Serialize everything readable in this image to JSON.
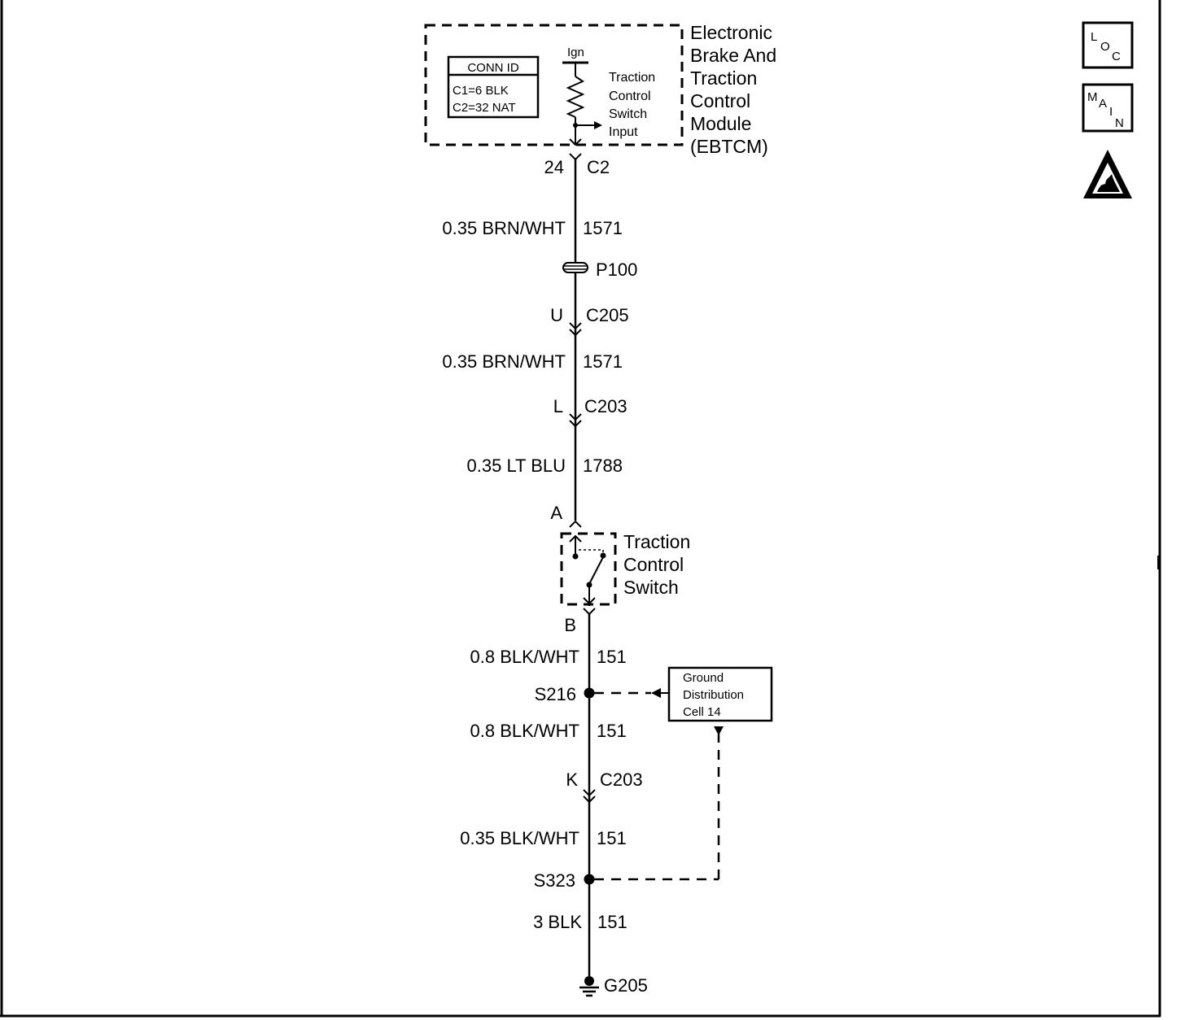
{
  "module": {
    "name_lines": [
      "Electronic",
      "Brake And",
      "Traction",
      "Control",
      "Module",
      "(EBTCM)"
    ],
    "conn_id_title": "CONN ID",
    "conn_id_rows": [
      "C1=6 BLK",
      "C2=32 NAT"
    ],
    "ign_label": "Ign",
    "input_lines": [
      "Traction",
      "Control",
      "Switch",
      "Input"
    ]
  },
  "wire": {
    "pin_24": "24",
    "conn_c2": "C2",
    "seg1_gauge": "0.35 BRN/WHT",
    "seg1_circuit": "1571",
    "splice_p100": "P100",
    "pin_u": "U",
    "conn_c205": "C205",
    "seg2_gauge": "0.35 BRN/WHT",
    "seg2_circuit": "1571",
    "pin_l": "L",
    "conn_c203_top": "C203",
    "seg3_gauge": "0.35 LT BLU",
    "seg3_circuit": "1788",
    "pin_a": "A",
    "switch_lines": [
      "Traction",
      "Control",
      "Switch"
    ],
    "pin_b": "B",
    "seg4_gauge": "0.8 BLK/WHT",
    "seg4_circuit": "151",
    "splice_s216": "S216",
    "seg5_gauge": "0.8 BLK/WHT",
    "seg5_circuit": "151",
    "pin_k": "K",
    "conn_c203_bottom": "C203",
    "seg6_gauge": "0.35 BLK/WHT",
    "seg6_circuit": "151",
    "splice_s323": "S323",
    "seg7_gauge": "3 BLK",
    "seg7_circuit": "151",
    "ground_g205": "G205"
  },
  "ground_ref_lines": [
    "Ground",
    "Distribution",
    "Cell 14"
  ],
  "badges": {
    "loc": [
      "L",
      "O",
      "C"
    ],
    "main": [
      "M",
      "A",
      "I",
      "N"
    ]
  }
}
